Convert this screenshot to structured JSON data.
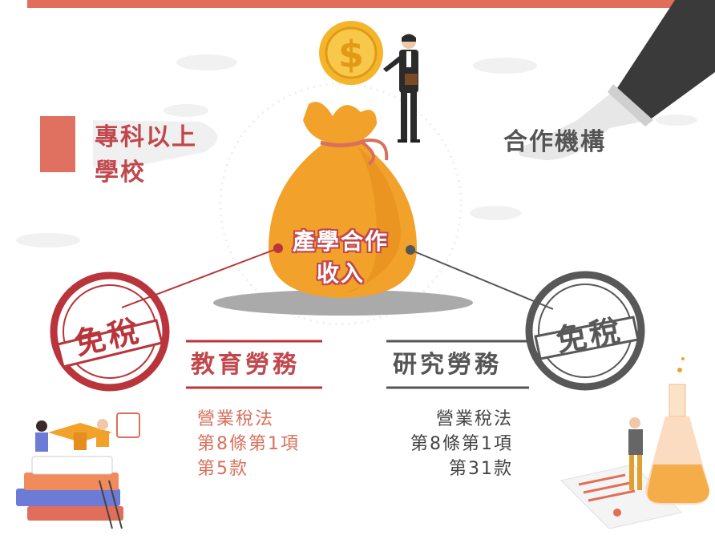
{
  "colors": {
    "accent_red": "#c1474c",
    "stamp_red": "#b9343b",
    "salmon": "#d9705b",
    "dark_gray": "#555555",
    "bag_orange": "#f2a12b"
  },
  "labels": {
    "school": "專科以上\n學校",
    "partner": "合作機構",
    "center": "產學合作\n收入"
  },
  "left": {
    "stamp": "免稅",
    "heading": "教育勞務",
    "law": "營業稅法\n第8條第1項\n第5款"
  },
  "right": {
    "stamp": "免稅",
    "heading": "研究勞務",
    "law": "營業稅法\n第8條第1項\n第31款"
  },
  "icons": [
    "coin-icon",
    "businessman-icon",
    "money-bag-icon",
    "hand-left-icon",
    "hand-right-icon",
    "books-icon",
    "flask-icon"
  ]
}
